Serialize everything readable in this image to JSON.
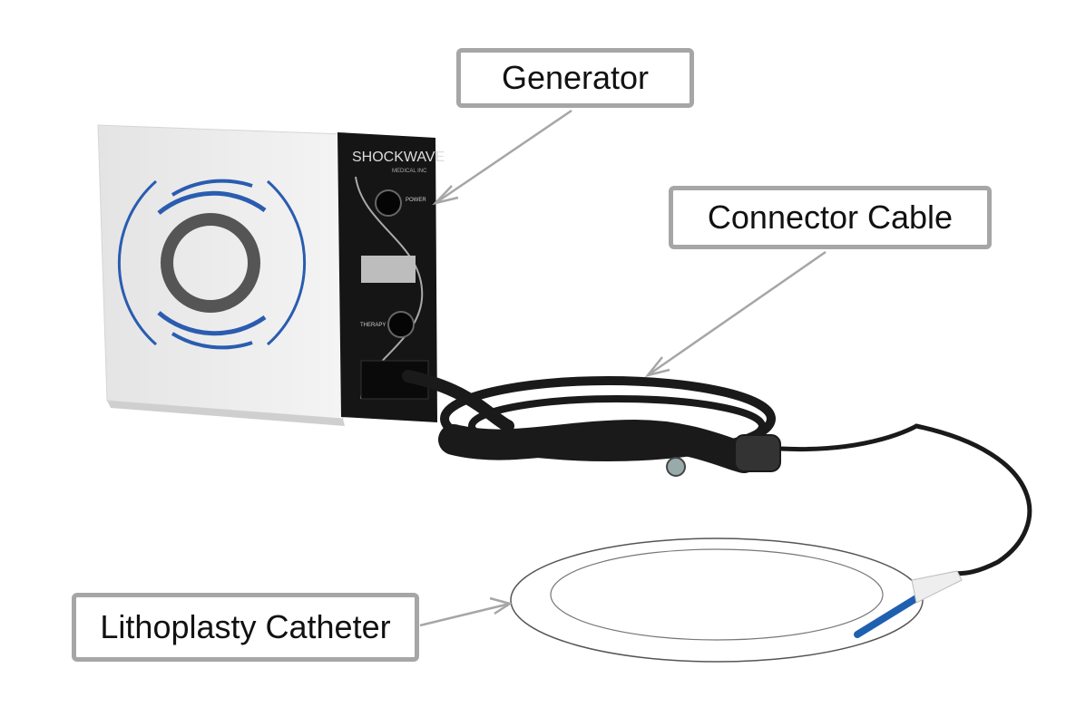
{
  "labels": {
    "generator": "Generator",
    "connector_cable": "Connector Cable",
    "catheter": "Lithoplasty Catheter"
  },
  "device": {
    "brand": "SHOCKWAVE",
    "brand_sub": "MEDICAL INC",
    "power_label": "POWER",
    "therapy_label": "THERAPY"
  },
  "colors": {
    "box_border": "#a6a6a6",
    "arrow": "#a6a6a6",
    "accent_blue": "#1f5fb0"
  }
}
